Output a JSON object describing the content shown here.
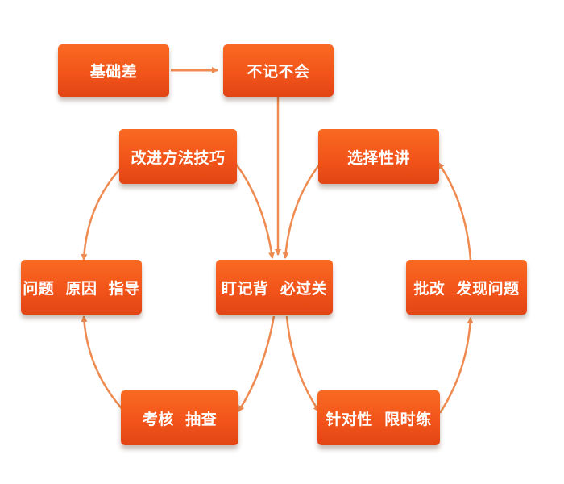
{
  "colors": {
    "node_fill": "#f2541a",
    "node_text": "#ffffff",
    "connector": "#ef8a50"
  },
  "nodes": {
    "jichucha": "基础差",
    "bujibuhui": "不记不会",
    "gaijin": "改进方法技巧",
    "xuanze": "选择性讲",
    "wenti": "问题  原因  指导",
    "dingji": "盯记背  必过关",
    "pigai": "批改  发现问题",
    "kaohe": "考核  抽查",
    "zhendui": "针对性  限时练"
  }
}
